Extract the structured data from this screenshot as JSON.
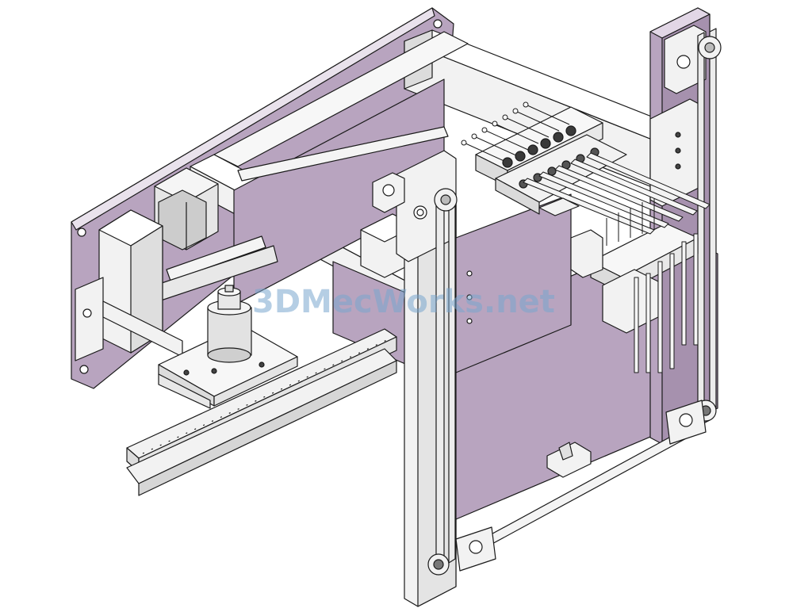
{
  "watermark": {
    "text": "3DMecWorks.net"
  },
  "colors": {
    "plate": "#b8a4bf",
    "metal": "#f2f2f2",
    "line": "#1a1a1a",
    "shade": "#cfcfcf",
    "dark": "#3a3a3a",
    "watermark": "#78a5cd"
  },
  "parts": {
    "frame": "rear-frame-plate",
    "vertical_plate": "front-vertical-plate",
    "belt": "timing-belt",
    "motor": "stepper-motor",
    "rail": "linear-slide-rail",
    "probes": "probe-pin-array",
    "cylinder": "air-cylinder"
  }
}
